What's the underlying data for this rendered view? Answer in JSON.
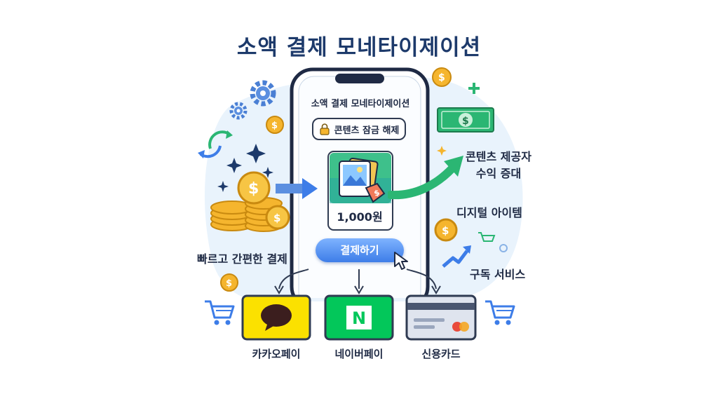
{
  "title": "소액 결제 모네타이제이션",
  "phone": {
    "screen_title": "소액 결제 모네타이제이션",
    "unlock_label": "콘텐츠 잠금 해제",
    "price": "1,000원",
    "pay_button": "결제하기"
  },
  "labels": {
    "fast_payment": "빠르고 간편한 결제",
    "creator_revenue_line1": "콘텐츠 제공자",
    "creator_revenue_line2": "수익 증대",
    "digital_items": "디지털 아이템",
    "subscription": "구독 서비스"
  },
  "payment_methods": [
    {
      "label": "카카오페이",
      "logo_text": ""
    },
    {
      "label": "네이버페이",
      "logo_text": "N"
    },
    {
      "label": "신용카드",
      "logo_text": ""
    }
  ],
  "icons": {
    "currency_symbol": "$"
  },
  "colors": {
    "title": "#1d3a6b",
    "accent_blue": "#3d7de8",
    "kakao_yellow": "#fbe100",
    "naver_green": "#03c75a",
    "coin_gold": "#f5b52e",
    "revenue_green": "#2bb673",
    "background_blob": "#e6f1fb"
  }
}
